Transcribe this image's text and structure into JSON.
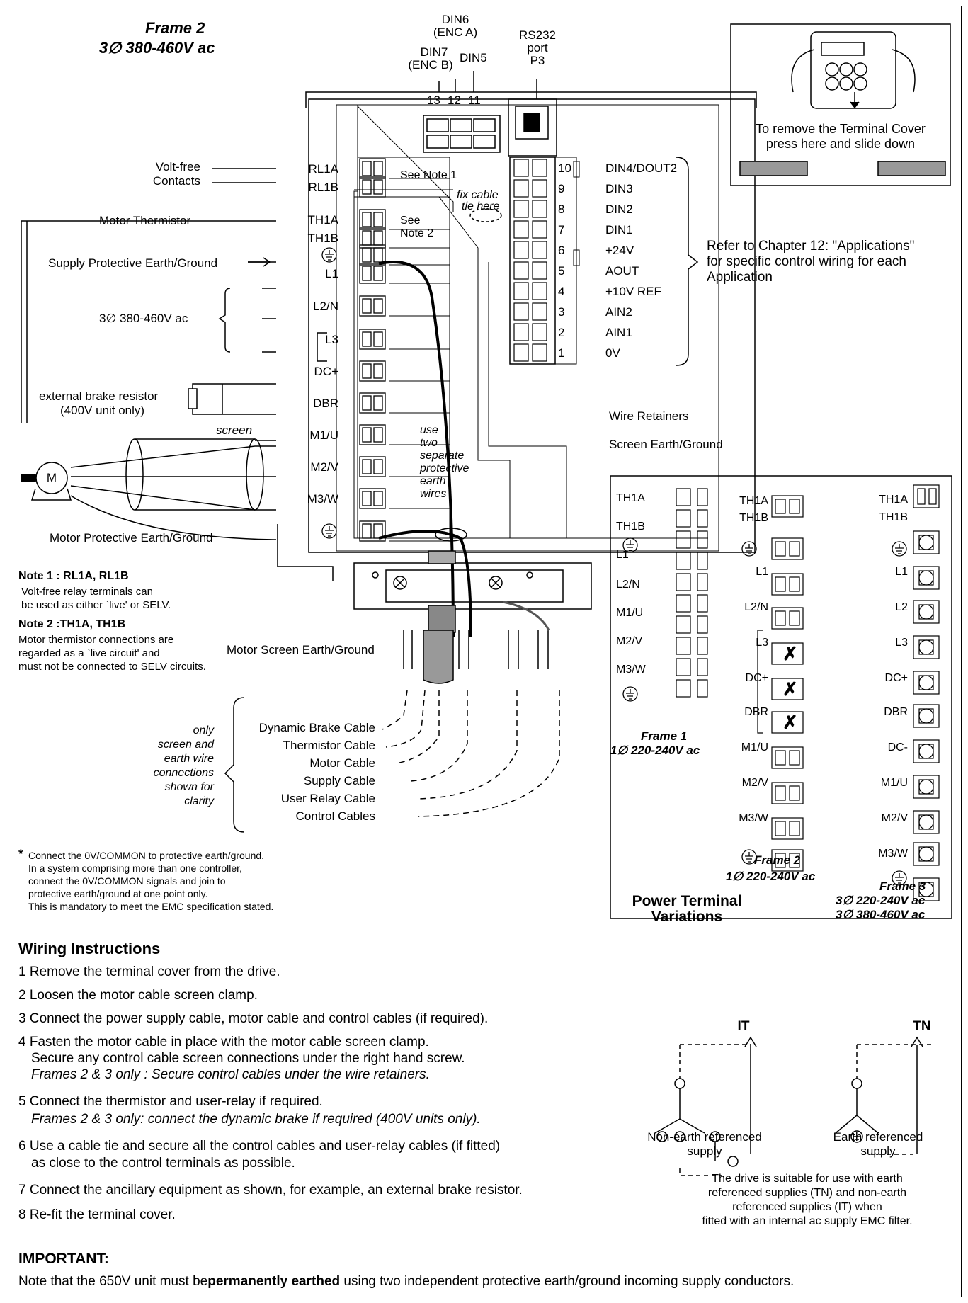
{
  "header": {
    "frame": "Frame 2",
    "voltage": "3∅ 380-460V ac"
  },
  "top_labels": {
    "din6": "DIN6",
    "enc_a": "(ENC A)",
    "din7": "DIN7",
    "enc_b": "(ENC B)",
    "din5": "DIN5",
    "rs232": "RS232",
    "port": "port",
    "p3": "P3",
    "t13": "13",
    "t12": "12",
    "t11": "11"
  },
  "cover_box": {
    "line1": "To remove the Terminal Cover",
    "line2": "press here and slide down"
  },
  "left_labels": {
    "volt_free": "Volt-free",
    "contacts": "Contacts",
    "motor_thermistor": "Motor Thermistor",
    "supply_pe": "Supply Protective Earth/Ground",
    "three_phase": "3∅ 380-460V ac",
    "brake_resistor": "external brake resistor",
    "brake_resistor2": "(400V unit only)",
    "screen": "screen",
    "motor": "M",
    "motor_pe": "Motor Protective Earth/Ground"
  },
  "power_terminals": [
    "RL1A",
    "RL1B",
    "TH1A",
    "TH1B",
    "L1",
    "L2/N",
    "L3",
    "DC+",
    "DBR",
    "M1/U",
    "M2/V",
    "M3/W"
  ],
  "terminal_notes": {
    "see_note1": "See Note 1",
    "see": "See",
    "note2": "Note 2",
    "fix": "fix cable",
    "tie": "tie here",
    "use": "use",
    "two": "two",
    "separate": "separate",
    "protective": "protective",
    "earth": "earth",
    "wires": "wires"
  },
  "control_numbers": [
    "10",
    "9",
    "8",
    "7",
    "6",
    "5",
    "4",
    "3",
    "2",
    "1"
  ],
  "control_labels": [
    "DIN4/DOUT2",
    "DIN3",
    "DIN2",
    "DIN1",
    "+24V",
    "AOUT",
    "+10V REF",
    "AIN2",
    "AIN1",
    "0V"
  ],
  "refer": {
    "l1": "Refer to Chapter 12: \"Applications\"",
    "l2": "for specific control wiring for each",
    "l3": "Application"
  },
  "retainers": {
    "wire": "Wire Retainers",
    "screen": "Screen Earth/Ground",
    "motor_screen": "Motor Screen Earth/Ground"
  },
  "notes": {
    "n1_title": "Note 1 : RL1A, RL1B",
    "n1_l1": "Volt-free relay terminals can",
    "n1_l2": "be used as either `live' or SELV.",
    "n2_title": "Note 2 :TH1A, TH1B",
    "n2_l1": "Motor thermistor connections are",
    "n2_l2": "regarded as a `live circuit' and",
    "n2_l3": "must not be connected to SELV circuits."
  },
  "cables": {
    "note1": "only",
    "note2": "screen and",
    "note3": "earth wire",
    "note4": "connections",
    "note5": "shown for",
    "note6": "clarity",
    "items": [
      "Dynamic Brake Cable",
      "Thermistor Cable",
      "Motor Cable",
      "Supply Cable",
      "User Relay Cable",
      "Control Cables"
    ]
  },
  "ov_note": {
    "star": "*",
    "l1": "Connect the 0V/COMMON to protective earth/ground.",
    "l2": "In a system comprising more than one controller,",
    "l3": "connect the 0V/COMMON signals and join to",
    "l4": "protective earth/ground at one point only.",
    "l5": "This is mandatory to meet the EMC specification stated."
  },
  "variations": {
    "f1_labels": [
      "TH1A",
      "TH1B",
      "L1",
      "L2/N",
      "M1/U",
      "M2/V",
      "M3/W"
    ],
    "f2_labels": [
      "TH1A",
      "TH1B",
      "L1",
      "L2/N",
      "L3",
      "DC+",
      "DBR",
      "M1/U",
      "M2/V",
      "M3/W"
    ],
    "f3_labels": [
      "TH1A",
      "TH1B",
      "L1",
      "L2",
      "L3",
      "DC+",
      "DBR",
      "DC-",
      "M1/U",
      "M2/V",
      "M3/W"
    ],
    "frame1": "Frame 1",
    "frame1_v": "1∅  220-240V ac",
    "frame2": "Frame 2",
    "frame2_v": "1∅  220-240V ac",
    "frame3": "Frame 3",
    "frame3_v1": "3∅  220-240V ac",
    "frame3_v2": "3∅  380-460V ac",
    "title1": "Power Terminal",
    "title2": "Variations"
  },
  "wiring": {
    "title": "Wiring Instructions",
    "s1": "1  Remove the terminal cover from the drive.",
    "s2": "2  Loosen the motor cable screen clamp.",
    "s3": "3  Connect the power supply cable, motor cable and control cables (if required).",
    "s4a": "4  Fasten the motor cable in place with the motor cable screen clamp.",
    "s4b": "Secure any control cable screen connections under the right hand screw.",
    "s4c": "Frames 2 & 3 only : Secure control cables under the wire retainers.",
    "s5a": "5  Connect the thermistor and user-relay if required.",
    "s5b": "Frames 2 & 3 only: connect the dynamic brake if required (400V units only).",
    "s6a": "6  Use a cable tie and secure all the control cables and user-relay cables (if fitted)",
    "s6b": "as close to the control terminals as possible.",
    "s7": "7  Connect the ancillary equipment as shown, for example,  an external brake resistor.",
    "s8": "8  Re-fit the terminal cover."
  },
  "supply": {
    "it": "IT",
    "tn": "TN",
    "it_cap1": "Non-earth referenced",
    "it_cap2": "supply",
    "tn_cap1": "Earth referenced",
    "tn_cap2": "supply",
    "d1": "The drive is suitable for use with earth",
    "d2": "referenced supplies (TN) and non-earth",
    "d3": "referenced supplies (IT) when",
    "d4": "fitted with an internal ac supply EMC filter."
  },
  "important": {
    "title": "IMPORTANT:",
    "pre": "Note that the 650V unit must be",
    "bold": "permanently earthed",
    "post": "  using two independent protective earth/ground incoming supply conductors."
  }
}
